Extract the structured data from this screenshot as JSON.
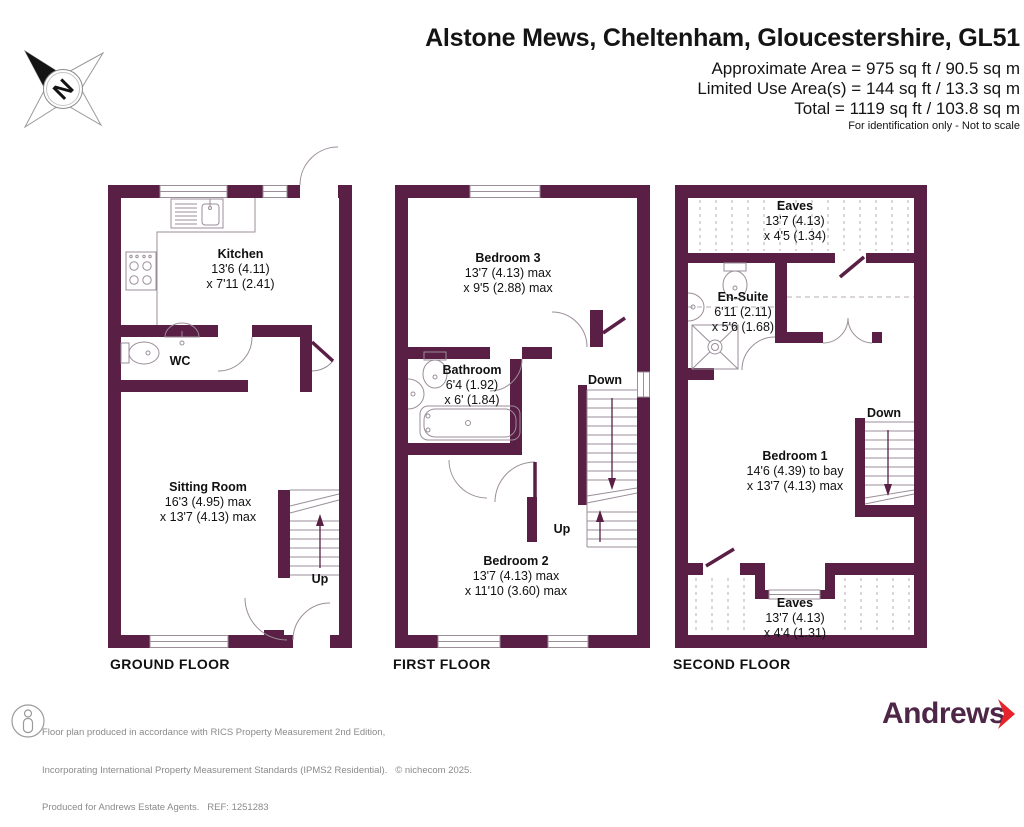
{
  "header": {
    "title": "Alstone Mews, Cheltenham, Gloucestershire, GL51",
    "area_lines": [
      "Approximate Area = 975 sq ft / 90.5 sq m",
      "Limited Use Area(s) = 144 sq ft / 13.3 sq m",
      "Total = 1119 sq ft / 103.8 sq m"
    ],
    "disclaimer": "For identification only - Not to scale"
  },
  "compass": {
    "north_label": "N"
  },
  "floors": [
    {
      "label": "GROUND FLOOR",
      "rooms": [
        {
          "name": "Kitchen",
          "dims": [
            "13'6 (4.11)",
            "x 7'11 (2.41)"
          ]
        },
        {
          "name": "WC",
          "dims": []
        },
        {
          "name": "Sitting Room",
          "dims": [
            "16'3 (4.95) max",
            "x 13'7 (4.13) max"
          ]
        }
      ],
      "stairs": [
        {
          "label": "Up"
        }
      ]
    },
    {
      "label": "FIRST FLOOR",
      "rooms": [
        {
          "name": "Bedroom 3",
          "dims": [
            "13'7 (4.13) max",
            "x 9'5 (2.88) max"
          ]
        },
        {
          "name": "Bathroom",
          "dims": [
            "6'4 (1.92)",
            "x 6' (1.84)"
          ]
        },
        {
          "name": "Bedroom 2",
          "dims": [
            "13'7 (4.13) max",
            "x 11'10 (3.60) max"
          ]
        }
      ],
      "stairs": [
        {
          "label": "Down"
        },
        {
          "label": "Up"
        }
      ]
    },
    {
      "label": "SECOND FLOOR",
      "rooms": [
        {
          "name": "Eaves",
          "dims": [
            "13'7 (4.13)",
            "x 4'5 (1.34)"
          ]
        },
        {
          "name": "En-Suite",
          "dims": [
            "6'11 (2.11)",
            "x 5'6 (1.68)"
          ]
        },
        {
          "name": "Bedroom 1",
          "dims": [
            "14'6 (4.39) to bay",
            "x 13'7 (4.13) max"
          ]
        },
        {
          "name": "Eaves",
          "dims": [
            "13'7 (4.13)",
            "x 4'4 (1.31)"
          ]
        }
      ],
      "stairs": [
        {
          "label": "Down"
        }
      ]
    }
  ],
  "footer": {
    "lines": [
      "Floor plan produced in accordance with RICS Property Measurement 2nd Edition,",
      "Incorporating International Property Measurement Standards (IPMS2 Residential).   © nichecom 2025.",
      "Produced for Andrews Estate Agents.   REF: 1251283"
    ],
    "brand": "Andrews"
  },
  "colors": {
    "wall": "#591f44",
    "thin_line": "#9b8e99",
    "dash_line": "#b5aeb5",
    "brand_purple": "#4e2647",
    "brand_red": "#e5242b",
    "footer_gray": "#8a8a8a"
  }
}
